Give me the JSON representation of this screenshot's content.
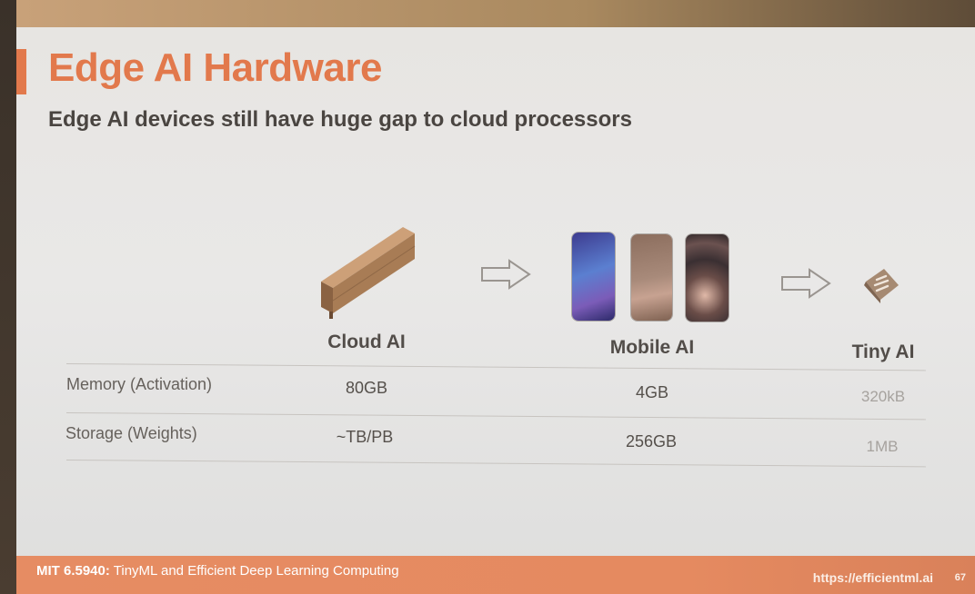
{
  "slide": {
    "title": "Edge AI Hardware",
    "subtitle": "Edge AI devices still have huge gap to cloud processors"
  },
  "columns": [
    {
      "label": "Cloud AI",
      "icon": "gpu-card-icon"
    },
    {
      "label": "Mobile AI",
      "icon": "smartphones-icon"
    },
    {
      "label": "Tiny AI",
      "icon": "microcontroller-chip-icon"
    }
  ],
  "rows": [
    {
      "label": "Memory (Activation)",
      "values": [
        "80GB",
        "4GB",
        "320kB"
      ]
    },
    {
      "label": "Storage (Weights)",
      "values": [
        "~TB/PB",
        "256GB",
        "1MB"
      ]
    }
  ],
  "footer": {
    "course_code": "MIT 6.5940:",
    "course_name": " TinyML and Efficient Deep Learning Computing",
    "url": "https://efficientml.ai",
    "page": "67"
  },
  "colors": {
    "accent": "#e2794c",
    "footer": "#e68c63"
  }
}
